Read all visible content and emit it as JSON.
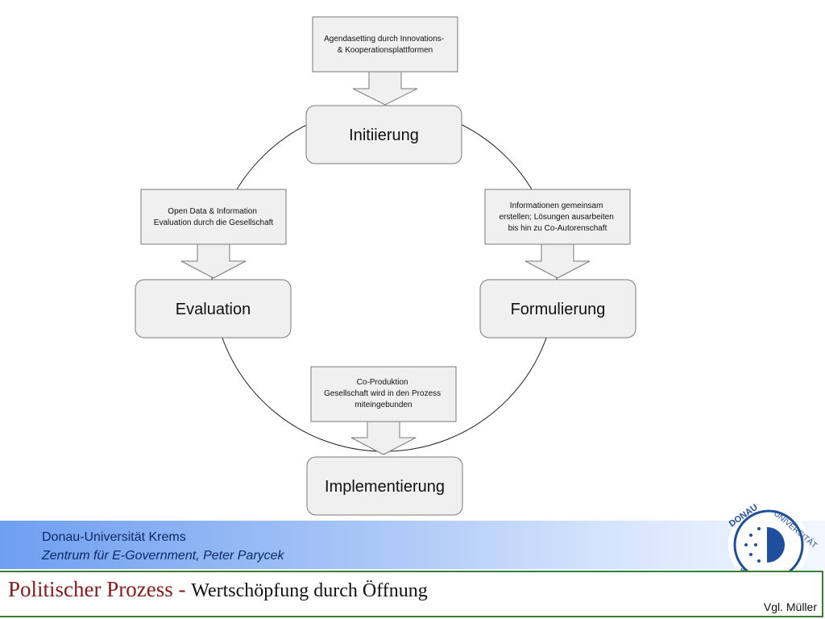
{
  "diagram": {
    "stages": {
      "initiierung": "Initiierung",
      "evaluation": "Evaluation",
      "formulierung": "Formulierung",
      "implementierung": "Implementierung"
    },
    "notes": {
      "agenda": [
        "Agendasetting durch Innovations-",
        "& Kooperationsplattformen"
      ],
      "open_data": [
        "Open Data & Information",
        "Evaluation durch die Gesellschaft"
      ],
      "informationen": [
        "Informationen gemeinsam",
        "erstellen; Lösungen ausarbeiten",
        "bis hin zu Co-Autorenschaft"
      ],
      "co_produktion": [
        "Co-Produktion",
        "Gesellschaft wird in den Prozess",
        "miteingebunden"
      ]
    }
  },
  "footer": {
    "line1": "Donau-Universität Krems",
    "line2": "Zentrum für E-Government, Peter Parycek"
  },
  "logo": {
    "text_top": "DONAU",
    "text_right": "UNIVERSITÄT",
    "text_bottom": "KREMS"
  },
  "title": {
    "main": "Politischer Prozess",
    "separator": " - ",
    "sub": "Wertschöpfung durch Öffnung"
  },
  "citation": "Vgl. Müller",
  "colors": {
    "box_fill": "#f0f0f0",
    "box_stroke": "#7a7a7a",
    "footer_text": "#0c2a66",
    "title_accent": "#8a1a1a",
    "title_border": "#3c7a3c"
  }
}
